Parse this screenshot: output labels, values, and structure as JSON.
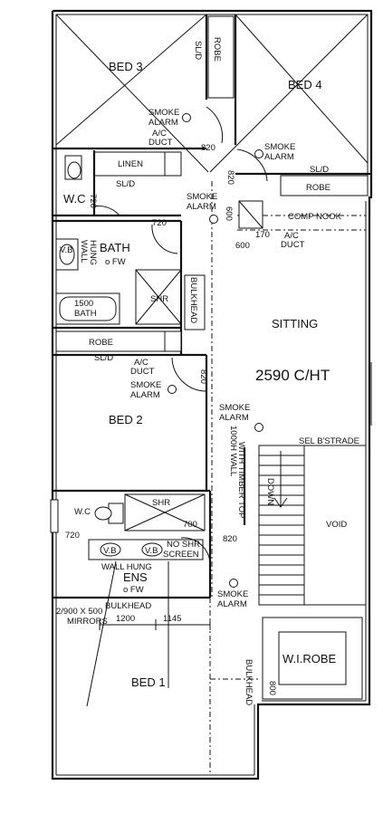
{
  "rooms": {
    "bed3": "BED 3",
    "bed4": "BED 4",
    "bed2": "BED 2",
    "bed1": "BED 1",
    "bath": "BATH",
    "wc_top": "W.C",
    "wc_ens": "W.C",
    "sitting": "SITTING",
    "ceiling": "2590 C/HT",
    "void": "VOID",
    "ens": "ENS",
    "wirobe": "W.I.ROBE",
    "linen": "LINEN",
    "robe_bed3": "ROBE",
    "robe_bed4": "ROBE",
    "robe_bed2": "ROBE",
    "comp_nook": "COMP NOOK"
  },
  "fixtures": {
    "vb": "V.B",
    "wall_hung": "WALL",
    "wall_hung2": "HUNG",
    "ofw": "o FW",
    "ofw_ens": "o FW",
    "bath_1500": "1500",
    "bath_word": "BATH",
    "shr_bath": "SHR",
    "shr_ens": "SHR",
    "vb_ens1": "V.B",
    "vb_ens2": "V.B",
    "wall_hung_ens": "WALL HUNG",
    "no_shr": "NO SHR",
    "screen": "SCREEN",
    "bulkhead_v": "BULKHEAD",
    "bulkhead_ens": "BULKHEAD",
    "bulkhead_bed1": "BULKHEAD"
  },
  "notes": {
    "sld_bed3": "SL/D",
    "sld_bed4": "SL/D",
    "sld_linen": "SL/D",
    "sld_bed2": "SL/D",
    "smoke": "SMOKE",
    "alarm": "ALARM",
    "ac": "A/C",
    "duct": "DUCT",
    "ac2": "A/C",
    "duct2": "DUCT",
    "ac3": "A/C",
    "duct3": "DUCT",
    "sel": "SEL B'STRADE",
    "wall1": "1000H WALL",
    "wall2": "WITH TIMBER TOP",
    "down": "DOWN",
    "mirrors1": "2/900 X 500",
    "mirrors2": "MIRRORS"
  },
  "dims": {
    "d820a": "820",
    "d820b": "820",
    "d720a": "720",
    "d720b": "720",
    "d600a": "600",
    "d600b": "600",
    "d170": "170",
    "d820c": "820",
    "d700": "700",
    "d820d": "820",
    "d720c": "720",
    "d1200": "1200",
    "d1145": "1145",
    "d800": "800"
  }
}
